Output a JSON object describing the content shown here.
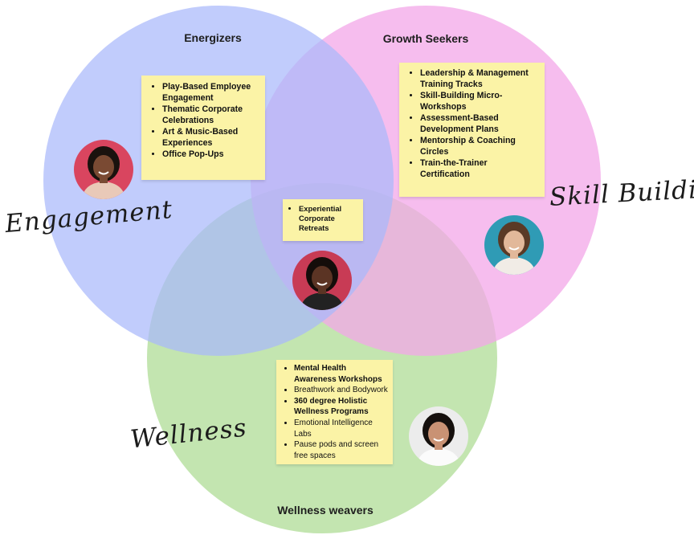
{
  "circles": {
    "energizers": {
      "title": "Energizers",
      "color": "#a9b9fb"
    },
    "growth": {
      "title": "Growth Seekers",
      "color": "#f3a7e8"
    },
    "wellness": {
      "title": "Wellness weavers",
      "color": "#b9e0a2"
    }
  },
  "script_labels": {
    "engagement": "Engagement",
    "skill_building": "Skill Building",
    "wellness": "Wellness"
  },
  "notes": {
    "energizers": [
      {
        "text": "Play-Based Employee Engagement",
        "bold": true
      },
      {
        "text": "Thematic Corporate Celebrations",
        "bold": true
      },
      {
        "text": "Art & Music-Based Experiences",
        "bold": true
      },
      {
        "text": "Office Pop-Ups",
        "bold": true
      }
    ],
    "growth": [
      {
        "text": "Leadership & Management Training Tracks",
        "bold": true
      },
      {
        "text": "Skill-Building Micro-Workshops",
        "bold": true
      },
      {
        "text": "Assessment-Based Development Plans",
        "bold": true
      },
      {
        "text": "Mentorship & Coaching Circles",
        "bold": true
      },
      {
        "text": "Train-the-Trainer Certification",
        "bold": true
      }
    ],
    "center": [
      {
        "text": "Experiential Corporate Retreats",
        "bold": true
      }
    ],
    "wellness": [
      {
        "text": "Mental Health Awareness Workshops",
        "bold": true
      },
      {
        "text": "Breathwork and Bodywork",
        "bold": false
      },
      {
        "text": "360 degree Holistic Wellness Programs",
        "bold": true
      },
      {
        "text": "Emotional Intelligence Labs",
        "bold": false
      },
      {
        "text": "Pause pods and screen free spaces",
        "bold": false
      }
    ]
  },
  "avatars": {
    "energizers": {
      "icon": "person-photo-icon",
      "bg": "#d9455f",
      "skin": "#7a4a33",
      "hair": "#1a120e",
      "shirt": "#e9c9b8"
    },
    "growth": {
      "icon": "person-photo-icon",
      "bg": "#2f9bb5",
      "skin": "#e2b89a",
      "hair": "#5a3a26",
      "shirt": "#f1ece6"
    },
    "center": {
      "icon": "person-photo-icon",
      "bg": "#c83b55",
      "skin": "#5b3424",
      "hair": "#140d0a",
      "shirt": "#222222"
    },
    "wellness": {
      "icon": "person-photo-icon",
      "bg": "#ececec",
      "skin": "#c99274",
      "hair": "#15100d",
      "shirt": "#fbfbfb"
    }
  }
}
